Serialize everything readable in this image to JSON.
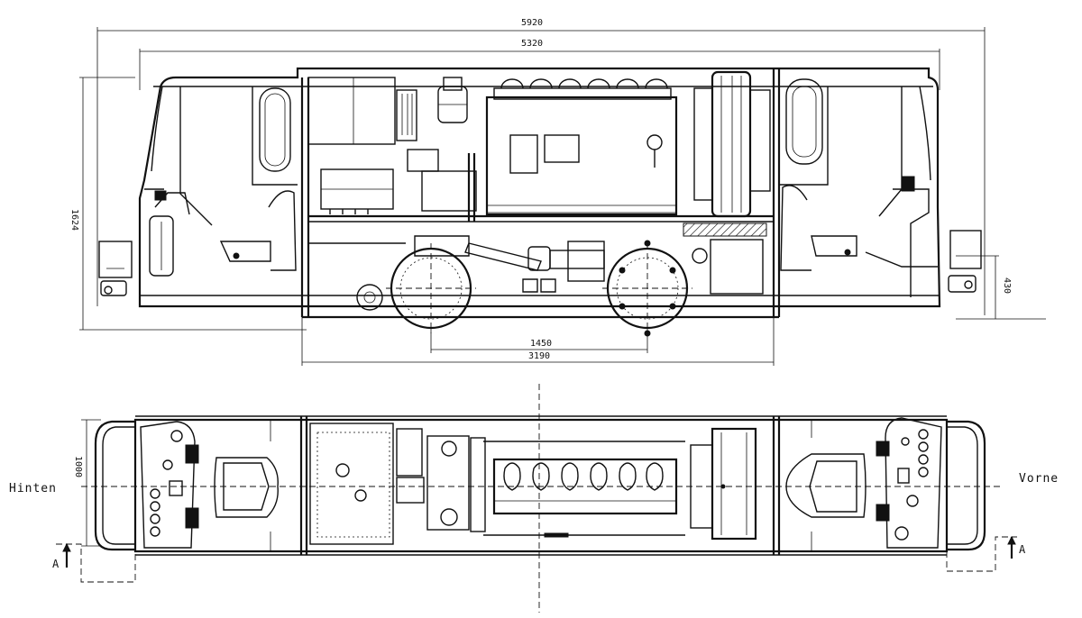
{
  "dimensions": {
    "overall_length": "5920",
    "body_length": "5320",
    "height": "1624",
    "floor_height": "430",
    "wheelbase": "1450",
    "engine_bay": "3190",
    "width": "1000"
  },
  "labels": {
    "rear": "Hinten",
    "front": "Vorne",
    "section_left": "A",
    "section_right": "A"
  }
}
